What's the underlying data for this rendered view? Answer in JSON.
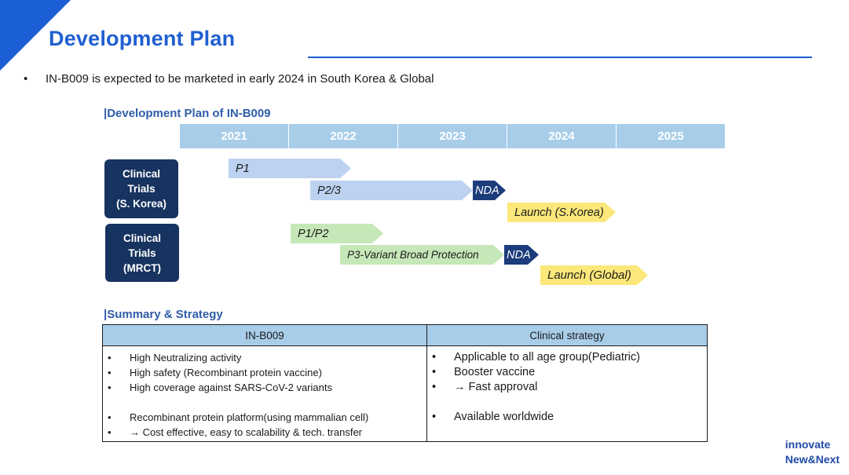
{
  "page": {
    "title": "Development Plan",
    "bullet": "IN-B009 is expected to be marketed in early 2024 in South Korea & Global"
  },
  "timeline": {
    "section_title": "|Development Plan of IN-B009",
    "years": [
      "2021",
      "2022",
      "2023",
      "2024",
      "2025"
    ],
    "groups": [
      {
        "label_lines": [
          "Clinical",
          "Trials",
          "(S. Korea)"
        ]
      },
      {
        "label_lines": [
          "Clinical",
          "Trials",
          "(MRCT)"
        ]
      }
    ],
    "bars": {
      "p1": "P1",
      "p23": "P2/3",
      "nda_korea": "NDA",
      "launch_korea": "Launch (S.Korea)",
      "p12": "P1/P2",
      "p3_variant": "P3-Variant Broad Protection",
      "nda_global": "NDA",
      "launch_global": "Launch (Global)"
    }
  },
  "summary": {
    "section_title": "|Summary & Strategy",
    "col_left_header": "IN-B009",
    "col_right_header": "Clinical strategy",
    "left_items": [
      "High Neutralizing activity",
      "High safety (Recombinant protein vaccine)",
      "High coverage against SARS-CoV-2 variants",
      "",
      "Recombinant protein platform(using mammalian cell)",
      "→ Cost effective, easy to scalability & tech. transfer"
    ],
    "right_items": [
      "Applicable to all age group(Pediatric)",
      "Booster vaccine",
      "→ Fast approval",
      "",
      "Available worldwide"
    ],
    "bullet_char": "•"
  },
  "brand": {
    "line1": "innovate",
    "line2": "New&Next"
  },
  "colors": {
    "accent": "#1f5fd1",
    "navy": "#17335f",
    "year_bar": "#a8cde9"
  }
}
